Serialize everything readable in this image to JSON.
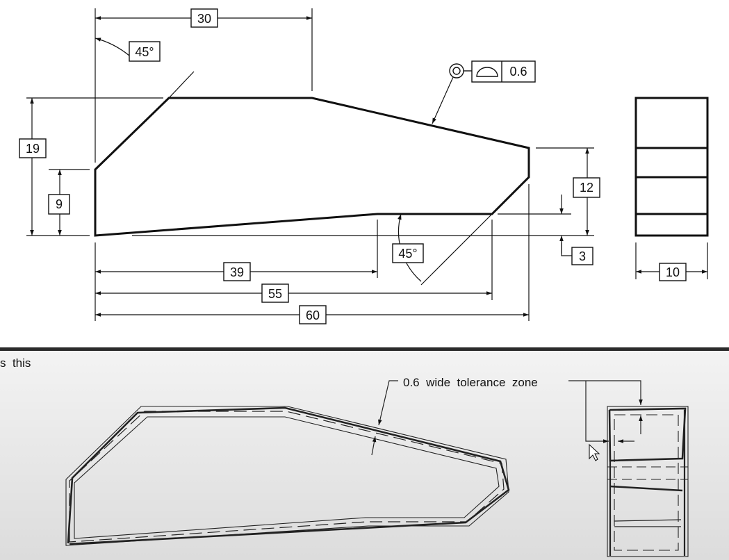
{
  "front_view": {
    "dims": {
      "top_length": "30",
      "chamfer_angle_top": "45°",
      "height_overall": "19",
      "height_left": "9",
      "right_height": "12",
      "right_offset": "3",
      "bottom_chamfer_angle": "45°",
      "length_39": "39",
      "length_55": "55",
      "length_60": "60"
    },
    "profile_tolerance": {
      "value": "0.6"
    }
  },
  "side_view": {
    "width": "10"
  },
  "explanation": {
    "caption_fragment": "s  this",
    "zone_label": "0.6  wide  tolerance  zone"
  },
  "icons": [
    "all-around-circle-icon",
    "profile-of-surface-icon",
    "mouse-cursor-icon"
  ]
}
